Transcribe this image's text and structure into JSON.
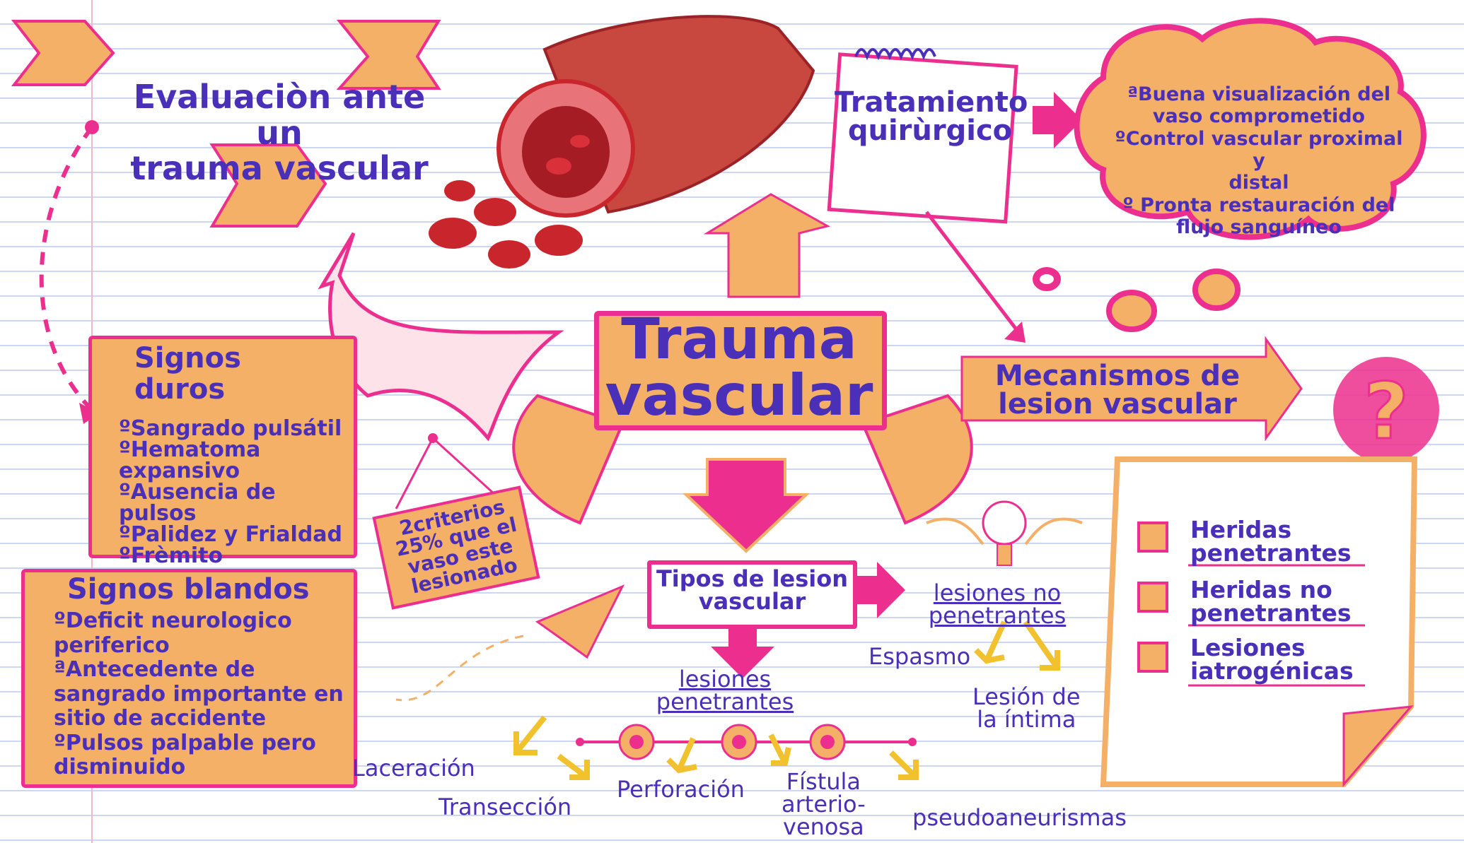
{
  "colors": {
    "orange": "#f5b067",
    "pink": "#ec2f8e",
    "purple": "#4a2fb8",
    "yellow": "#f2c12e",
    "red": "#c8262c"
  },
  "eval": {
    "line1": "Evaluaciòn ante un",
    "line2": "trauma vascular"
  },
  "center": {
    "line1": "Trauma",
    "line2": "vascular"
  },
  "criterios": {
    "line1": "2criterios",
    "line2": "25% que el",
    "line3": "vaso este",
    "line4": "lesionado"
  },
  "duros": {
    "title1": "Signos",
    "title2": "duros",
    "items": [
      "ºSangrado pulsátil",
      "ºHematoma",
      "expansivo",
      "ºAusencia de",
      "pulsos",
      "ºPalidez y Frialdad",
      "ºFrèmito"
    ]
  },
  "blandos": {
    "title": "Signos blandos",
    "items": [
      "ºDeficit neurologico",
      "periferico",
      "ªAntecedente de",
      "sangrado importante en",
      "sitio de accidente",
      "ºPulsos palpable pero",
      "disminuido"
    ]
  },
  "tratamiento": {
    "line1": "Tratamiento",
    "line2": "quirùrgico"
  },
  "cloud": {
    "items": [
      "ªBuena visualización del",
      "vaso comprometido",
      "ºControl vascular proximal y",
      "distal",
      "º Pronta restauración del",
      "flujo sanguíneo"
    ]
  },
  "mecanismos": {
    "line1": "Mecanismos de",
    "line2": "lesion vascular"
  },
  "checklist": {
    "items": [
      {
        "l1": "Heridas",
        "l2": "penetrantes"
      },
      {
        "l1": "Heridas no",
        "l2": "penetrantes"
      },
      {
        "l1": "Lesiones",
        "l2": "iatrogénicas"
      }
    ]
  },
  "tipos": {
    "line1": "Tipos de lesion",
    "line2": "vascular"
  },
  "no_penetrantes": {
    "line1": "lesiones no",
    "line2": "penetrantes",
    "espasmo": "Espasmo",
    "intima1": "Lesión de",
    "intima2": "la íntima"
  },
  "penetrantes": {
    "line1": "lesiones",
    "line2": "penetrantes",
    "laceracion": "Laceración",
    "transeccion": "Transección",
    "perforacion": "Perforación",
    "fistula1": "Fístula",
    "fistula2": "arterio-",
    "fistula3": "venosa",
    "pseudo": "pseudoaneurismas"
  },
  "icons": [
    "blood-vessel-icon",
    "question-mark-icon",
    "lightbulb-icon",
    "paper-plane-icon",
    "arrow-icon"
  ]
}
